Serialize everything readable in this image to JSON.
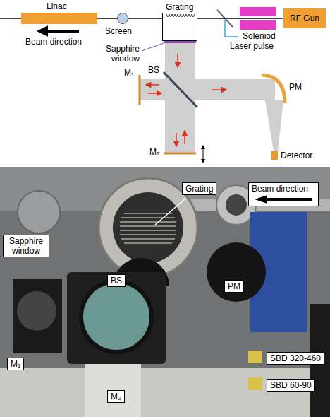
{
  "diagram": {
    "nodes": [
      {
        "text": [
          "Linac"
        ]
      },
      {
        "text": [
          "Screen"
        ]
      },
      {
        "text": [
          "Grating"
        ]
      },
      {
        "text": [
          "Soleniod"
        ]
      },
      {
        "text": [
          "RF Gun"
        ]
      },
      {
        "text": [
          "Detector"
        ]
      },
      {
        "text": [
          "Grating"
        ]
      },
      {
        "text": [
          "Beam direction"
        ]
      },
      {
        "text": [
          "Sapphire window"
        ]
      },
      {
        "text": [
          "BS"
        ]
      },
      {
        "text": [
          "PM"
        ]
      },
      {
        "text": [
          "M₁"
        ]
      },
      {
        "text": [
          "M₂"
        ]
      },
      {
        "text": [
          "SBD 320-460"
        ]
      },
      {
        "text": [
          "SBD 60-90"
        ]
      }
    ],
    "edges": [
      {
        "from": 4,
        "to": 2,
        "arrow": "none"
      },
      {
        "from": 2,
        "to": 1,
        "arrow": "none"
      },
      {
        "from": 1,
        "to": 0,
        "arrow": "none"
      }
    ],
    "labels": [
      "Beam direction",
      "Sapphire window",
      "Laser pulse",
      "BS",
      "M₁",
      "M₂",
      "PM"
    ]
  }
}
